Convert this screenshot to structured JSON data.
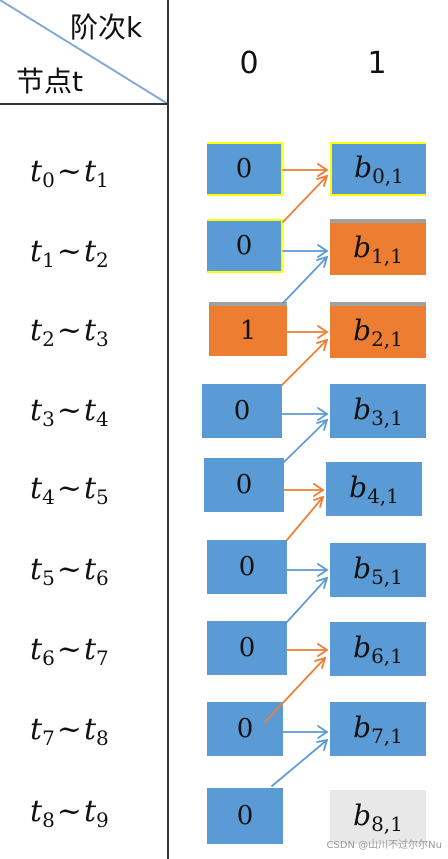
{
  "header": {
    "order_label": "阶次k",
    "node_label": "节点t",
    "col0": "0",
    "col1": "1"
  },
  "rows": [
    {
      "a": "0",
      "b": "1",
      "degree0": "0",
      "degree1_sub": "0,1"
    },
    {
      "a": "1",
      "b": "2",
      "degree0": "0",
      "degree1_sub": "1,1"
    },
    {
      "a": "2",
      "b": "3",
      "degree0": "1",
      "degree1_sub": "2,1"
    },
    {
      "a": "3",
      "b": "4",
      "degree0": "0",
      "degree1_sub": "3,1"
    },
    {
      "a": "4",
      "b": "5",
      "degree0": "0",
      "degree1_sub": "4,1"
    },
    {
      "a": "5",
      "b": "6",
      "degree0": "0",
      "degree1_sub": "5,1"
    },
    {
      "a": "6",
      "b": "7",
      "degree0": "0",
      "degree1_sub": "6,1"
    },
    {
      "a": "7",
      "b": "8",
      "degree0": "0",
      "degree1_sub": "7,1"
    },
    {
      "a": "8",
      "b": "9",
      "degree0": "0",
      "degree1_sub": "8,1"
    }
  ],
  "colors": {
    "blue": "#5b9bd5",
    "orange": "#ed7d31",
    "highlight_border": "#ffff00"
  },
  "watermark": "CSDN @山川不过尔尔Nu"
}
